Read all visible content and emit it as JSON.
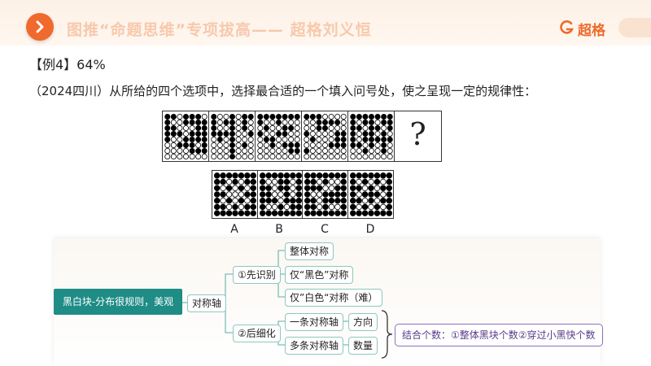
{
  "header": {
    "title": "图推“命题思维”专项拔高—— 超格刘义恒",
    "logo_text": "超格",
    "brand_color": "#ef6a2c",
    "nav_icon": "chevron-right-icon"
  },
  "example": {
    "label": "【例4】64%",
    "question": "（2024四川）从所给的四个选项中，选择最合适的一个填入问号处，使之呈现一定的规律性："
  },
  "puzzle": {
    "question_mark": "?",
    "grids": [
      [
        "1101110",
        "1001111",
        "1100011",
        "1110111",
        "1001111",
        "0011101",
        "0000111",
        "0000000"
      ],
      [
        "1001011",
        "1011010",
        "1001010",
        "1111001",
        "0101000",
        "0001010",
        "0001000",
        "0001000"
      ],
      [
        "1111111",
        "1001000",
        "0100110",
        "1001100",
        "0110000",
        "0010111",
        "0000011",
        "0000000"
      ],
      [
        "1110000",
        "0011110",
        "0011000",
        "1000011",
        "0100011",
        "0000111",
        "1000000",
        "0000000"
      ],
      [
        "1111111",
        "1011011",
        "1101101",
        "1011010",
        "1011111",
        "1101010",
        "0010010",
        "0000000"
      ]
    ]
  },
  "options": {
    "labels": [
      "A",
      "B",
      "C",
      "D"
    ],
    "grids": [
      [
        "1111111",
        "1101011",
        "1010101",
        "1100011",
        "1010101",
        "1101011",
        "1111111"
      ],
      [
        "1111111",
        "1001101",
        "1101101",
        "1100101",
        "1110111",
        "1001011",
        "1111111"
      ],
      [
        "1111111",
        "1101001",
        "1110011",
        "1001111",
        "1101111",
        "1101001",
        "1111111"
      ],
      [
        "1111111",
        "1010101",
        "1101011",
        "1011101",
        "1101011",
        "1010101",
        "1111111"
      ]
    ]
  },
  "mindmap": {
    "root": "黑白块-分布很规则，美观",
    "axis": "对称轴",
    "first": "①先识别",
    "first_children": [
      "整体对称",
      "仅“黑色”对称",
      "仅”白色“对称（难）"
    ],
    "second": "②后细化",
    "single_axis": "一条对称轴",
    "single_axis_child": "方向",
    "multi_axis": "多条对称轴",
    "multi_axis_child": "数量",
    "summary": "结合个数：①整体黑块个数②穿过小黑快个数"
  }
}
